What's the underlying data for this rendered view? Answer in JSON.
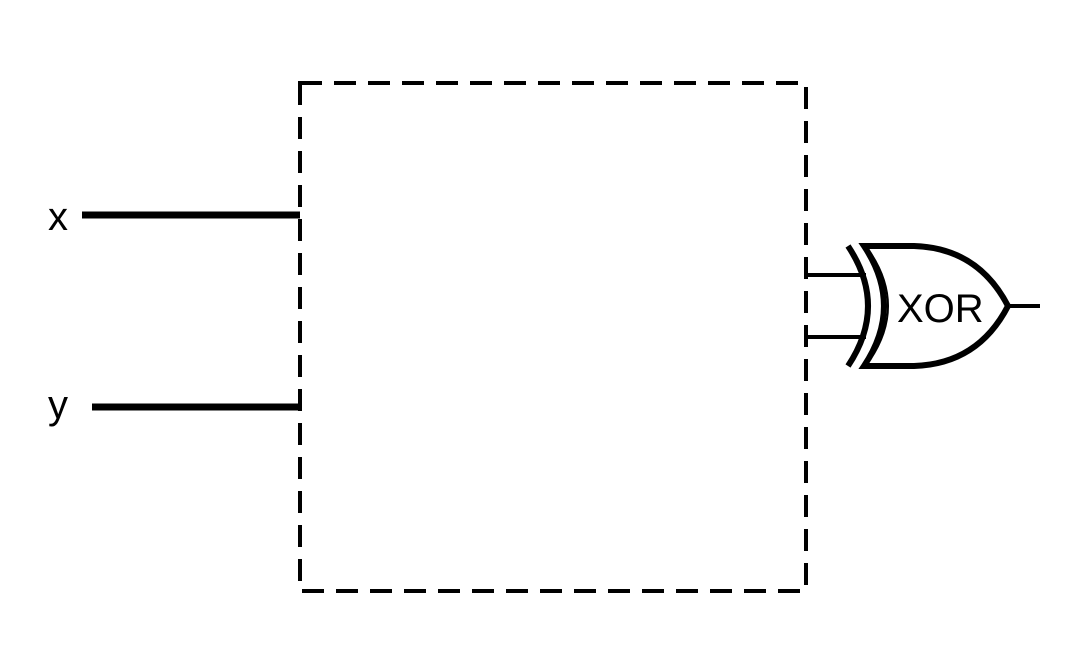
{
  "inputs": [
    {
      "label": "x"
    },
    {
      "label": "y"
    }
  ],
  "gate": {
    "label": "XOR",
    "icon": "xor-gate-icon"
  },
  "colors": {
    "stroke": "#000000",
    "background": "#ffffff"
  }
}
